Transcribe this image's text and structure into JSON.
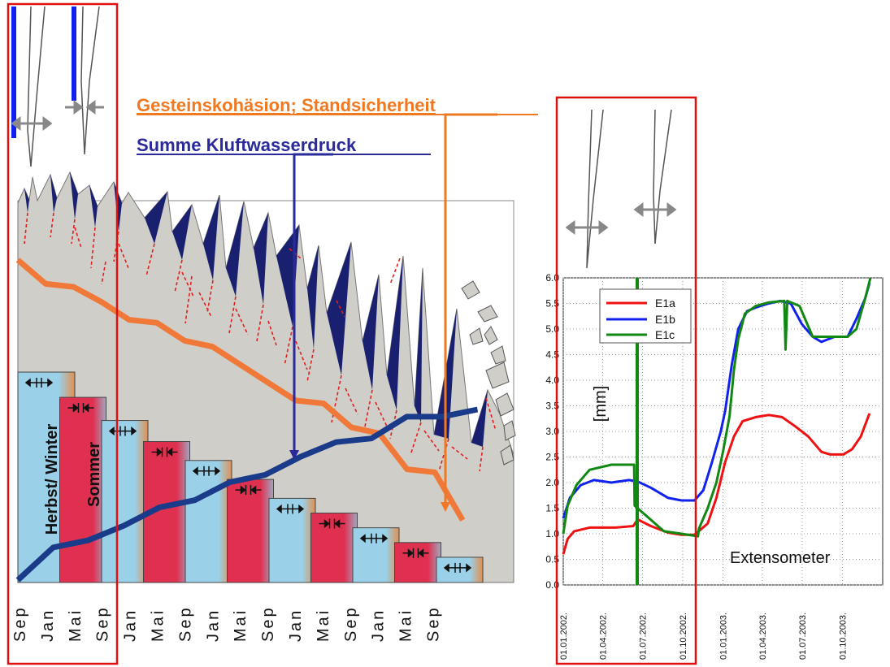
{
  "colors": {
    "cohesion_line": "#f07838",
    "water_pressure_line": "#1a3a8a",
    "title_orange": "#f07820",
    "title_blue": "#2a2a9a",
    "frame_red": "#e01010",
    "rock_fill": "#d0cec8",
    "crack_dark": "#1a2070",
    "crack_red_dashed": "#e02020",
    "winter_bar": "#9ad0e8",
    "summer_bar": "#e03050",
    "e1a": "#ee1111",
    "e1b": "#1122ee",
    "e1c": "#118811"
  },
  "labels": {
    "cohesion_title": "Gesteinskohäsion; Standsicherheit",
    "water_title": "Summe Kluftwasserdruck",
    "winter_label": "Herbst/ Winter",
    "summer_label": "Sommer"
  },
  "chart_data": [
    {
      "type": "bar",
      "x_tick_labels": [
        "Sep",
        "Jan",
        "Mai",
        "Sep",
        "Jan",
        "Mai",
        "Sep",
        "Jan",
        "Mai",
        "Sep",
        "Jan",
        "Mai",
        "Sep",
        "Jan",
        "Mai",
        "Sep"
      ],
      "bars": [
        {
          "season": "winter",
          "value": 100
        },
        {
          "season": "summer",
          "value": 88
        },
        {
          "season": "winter",
          "value": 77
        },
        {
          "season": "summer",
          "value": 67
        },
        {
          "season": "winter",
          "value": 58
        },
        {
          "season": "summer",
          "value": 49
        },
        {
          "season": "winter",
          "value": 40
        },
        {
          "season": "summer",
          "value": 33
        },
        {
          "season": "winter",
          "value": 26
        },
        {
          "season": "summer",
          "value": 19
        },
        {
          "season": "winter",
          "value": 12
        }
      ],
      "series": [
        {
          "name": "Gesteinskohäsion; Standsicherheit",
          "values": [
            100,
            92,
            91,
            86,
            80,
            79,
            73,
            71,
            65,
            59,
            53,
            52,
            44,
            42,
            30,
            29,
            13
          ]
        },
        {
          "name": "Summe Kluftwasserdruck",
          "values": [
            0,
            9,
            11,
            15,
            20,
            22,
            27,
            29,
            34,
            38,
            39,
            45,
            45,
            47
          ]
        }
      ]
    },
    {
      "type": "line",
      "title": "Extensometer",
      "ylabel": "[mm]",
      "ylim": [
        0.0,
        6.0
      ],
      "y_ticks": [
        "0.0",
        "0.5",
        "1.0",
        "1.5",
        "2.0",
        "2.5",
        "3.0",
        "3.5",
        "4.0",
        "4.5",
        "5.0",
        "5.5",
        "6.0"
      ],
      "x_ticks": [
        "01.01.2002.",
        "01.04.2002.",
        "01.07.2002.",
        "01.10.2002.",
        "01.01.2003.",
        "01.04.2003.",
        "01.07.2003.",
        "01.10.2003."
      ],
      "x_range_days": [
        0,
        730
      ],
      "legend": [
        "E1a",
        "E1b",
        "E1c"
      ],
      "legend_position": "top-left",
      "series": [
        {
          "name": "E1a",
          "points": [
            [
              0,
              0.6
            ],
            [
              10,
              0.9
            ],
            [
              25,
              1.05
            ],
            [
              60,
              1.12
            ],
            [
              120,
              1.12
            ],
            [
              160,
              1.15
            ],
            [
              170,
              1.28
            ],
            [
              200,
              1.15
            ],
            [
              240,
              1.02
            ],
            [
              270,
              0.98
            ],
            [
              300,
              0.98
            ],
            [
              330,
              1.2
            ],
            [
              350,
              1.7
            ],
            [
              370,
              2.4
            ],
            [
              390,
              2.9
            ],
            [
              410,
              3.2
            ],
            [
              440,
              3.28
            ],
            [
              470,
              3.32
            ],
            [
              500,
              3.28
            ],
            [
              530,
              3.1
            ],
            [
              560,
              2.9
            ],
            [
              590,
              2.6
            ],
            [
              610,
              2.55
            ],
            [
              640,
              2.55
            ],
            [
              660,
              2.65
            ],
            [
              680,
              2.9
            ],
            [
              700,
              3.35
            ]
          ]
        },
        {
          "name": "E1b",
          "points": [
            [
              0,
              1.3
            ],
            [
              15,
              1.7
            ],
            [
              40,
              1.95
            ],
            [
              70,
              2.05
            ],
            [
              110,
              2.0
            ],
            [
              150,
              2.05
            ],
            [
              170,
              2.02
            ],
            [
              200,
              1.9
            ],
            [
              240,
              1.7
            ],
            [
              270,
              1.65
            ],
            [
              300,
              1.65
            ],
            [
              320,
              1.85
            ],
            [
              340,
              2.4
            ],
            [
              360,
              3.0
            ],
            [
              370,
              3.4
            ],
            [
              385,
              4.3
            ],
            [
              400,
              5.0
            ],
            [
              420,
              5.35
            ],
            [
              440,
              5.42
            ],
            [
              470,
              5.5
            ],
            [
              495,
              5.55
            ],
            [
              520,
              5.5
            ],
            [
              545,
              5.1
            ],
            [
              570,
              4.85
            ],
            [
              590,
              4.75
            ],
            [
              620,
              4.85
            ],
            [
              650,
              4.85
            ],
            [
              670,
              5.2
            ],
            [
              690,
              5.6
            ],
            [
              700,
              5.9
            ]
          ]
        },
        {
          "name": "E1c",
          "points": [
            [
              0,
              1.0
            ],
            [
              10,
              1.55
            ],
            [
              30,
              1.95
            ],
            [
              60,
              2.25
            ],
            [
              110,
              2.35
            ],
            [
              162,
              2.35
            ],
            [
              163,
              1.55
            ],
            [
              190,
              1.35
            ],
            [
              230,
              1.05
            ],
            [
              270,
              1.0
            ],
            [
              308,
              0.95
            ],
            [
              310,
              1.1
            ],
            [
              330,
              1.5
            ],
            [
              350,
              2.0
            ],
            [
              365,
              2.6
            ],
            [
              380,
              3.3
            ],
            [
              390,
              4.2
            ],
            [
              400,
              4.8
            ],
            [
              415,
              5.3
            ],
            [
              440,
              5.45
            ],
            [
              470,
              5.52
            ],
            [
              505,
              5.55
            ],
            [
              508,
              4.6
            ],
            [
              512,
              5.55
            ],
            [
              540,
              5.45
            ],
            [
              570,
              4.85
            ],
            [
              600,
              4.85
            ],
            [
              650,
              4.85
            ],
            [
              670,
              5.0
            ],
            [
              690,
              5.6
            ],
            [
              702,
              6.0
            ]
          ]
        }
      ]
    }
  ]
}
